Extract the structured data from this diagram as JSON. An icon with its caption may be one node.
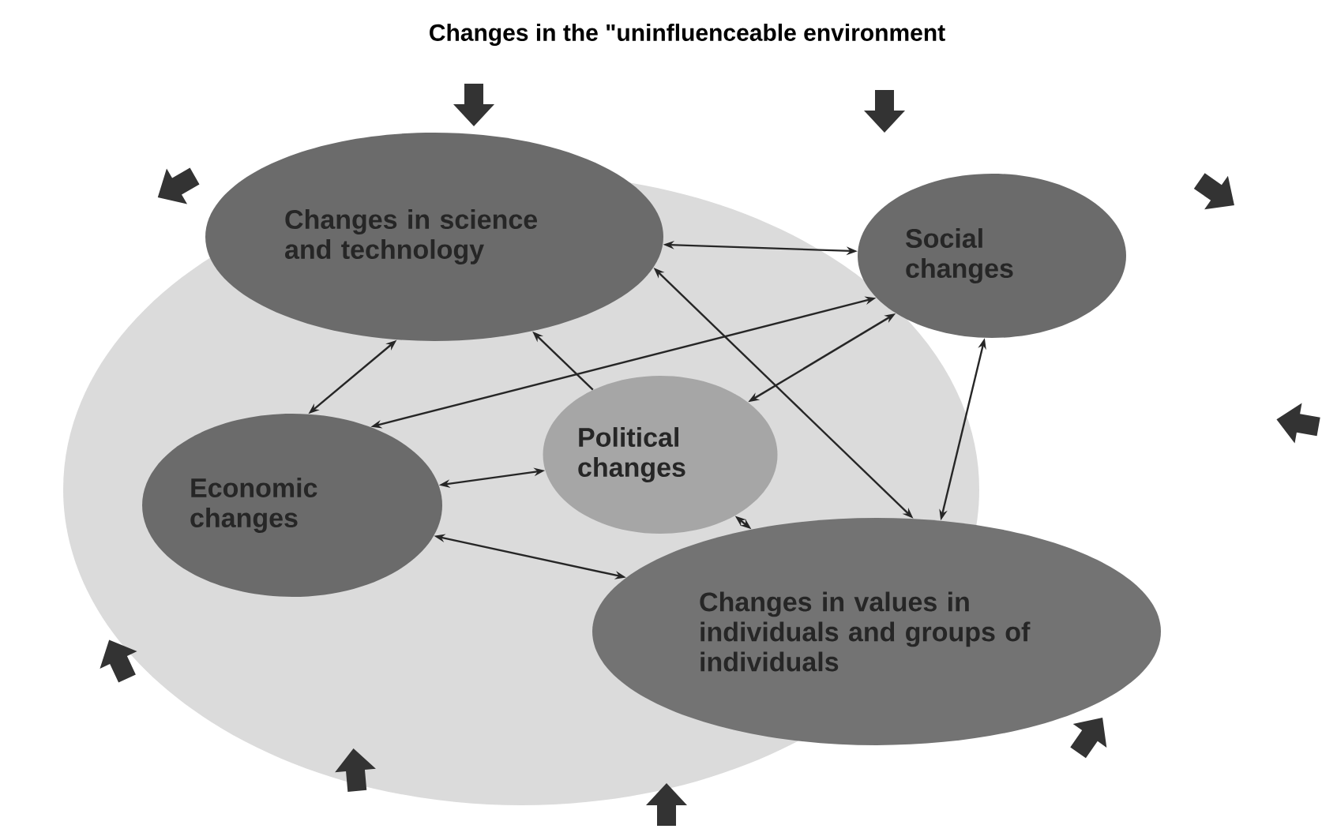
{
  "diagram": {
    "title": "Changes in the \"uninfluenceable environment",
    "nodes": [
      {
        "text": [
          "Changes in science and technology"
        ]
      },
      {
        "text": [
          "Social changes"
        ]
      },
      {
        "text": [
          "Political changes"
        ]
      },
      {
        "text": [
          "Economic changes"
        ]
      },
      {
        "text": [
          "Changes in values in individuals and groups of individuals"
        ]
      }
    ],
    "edges": [
      {
        "from": 0,
        "to": 1,
        "arrow": "both"
      },
      {
        "from": 0,
        "to": 4,
        "arrow": "both"
      },
      {
        "from": 0,
        "to": 3,
        "arrow": "both"
      },
      {
        "from": 3,
        "to": 1,
        "arrow": "both"
      },
      {
        "from": 2,
        "to": 0,
        "arrow": "to"
      },
      {
        "from": 2,
        "to": 3,
        "arrow": "both"
      },
      {
        "from": 2,
        "to": 1,
        "arrow": "both"
      },
      {
        "from": 2,
        "to": 4,
        "arrow": "both"
      },
      {
        "from": 1,
        "to": 4,
        "arrow": "both"
      },
      {
        "from": 3,
        "to": 4,
        "arrow": "both"
      }
    ]
  }
}
